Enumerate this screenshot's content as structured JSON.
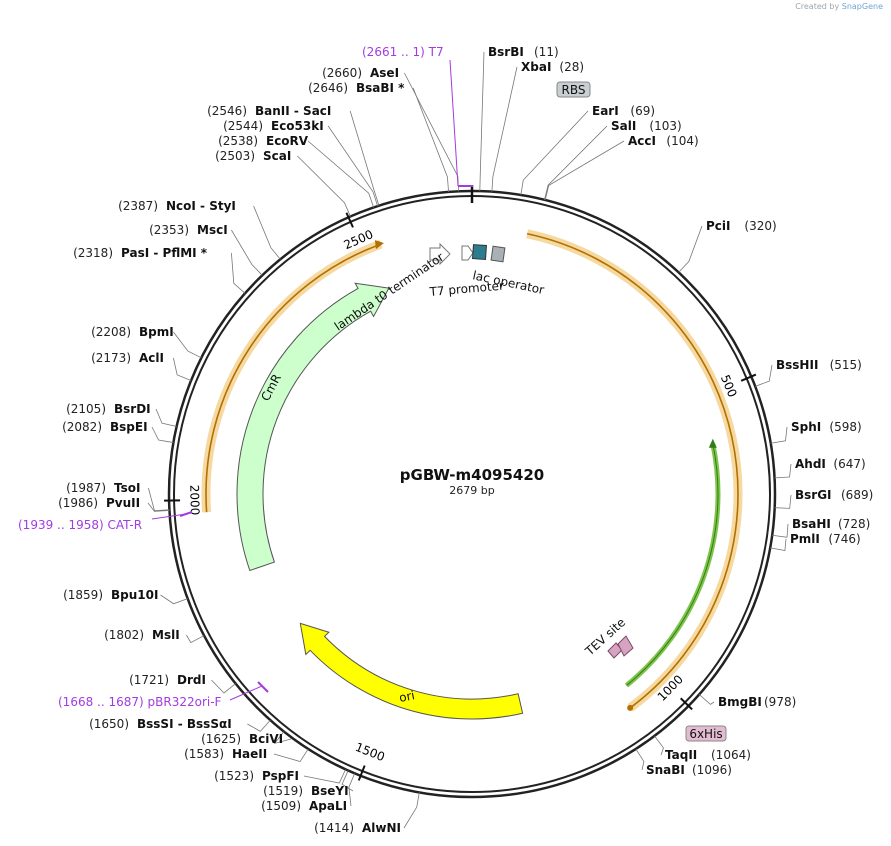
{
  "watermark": {
    "prefix": "Created by",
    "brand": "SnapGene"
  },
  "plasmid": {
    "name": "pGBW-m4095420",
    "length_label": "2679 bp",
    "length": 2679
  },
  "ticks": [
    "500",
    "1000",
    "1500",
    "2000",
    "2500"
  ],
  "enzymes": [
    {
      "name": "BsrBI",
      "pos": "(11)"
    },
    {
      "name": "XbaI",
      "pos": "(28)"
    },
    {
      "name": "EarI",
      "pos": "(69)"
    },
    {
      "name": "SalI",
      "pos": "(103)"
    },
    {
      "name": "AccI",
      "pos": "(104)"
    },
    {
      "name": "PciI",
      "pos": "(320)"
    },
    {
      "name": "BssHII",
      "pos": "(515)"
    },
    {
      "name": "SphI",
      "pos": "(598)"
    },
    {
      "name": "AhdI",
      "pos": "(647)"
    },
    {
      "name": "BsrGI",
      "pos": "(689)"
    },
    {
      "name": "BsaHI",
      "pos": "(728)"
    },
    {
      "name": "PmlI",
      "pos": "(746)"
    },
    {
      "name": "BmgBI",
      "pos": "(978)"
    },
    {
      "name": "TaqII",
      "pos": "(1064)"
    },
    {
      "name": "SnaBI",
      "pos": "(1096)"
    },
    {
      "name": "AlwNI",
      "pos": "(1414)"
    },
    {
      "name": "ApaLI",
      "pos": "(1509)"
    },
    {
      "name": "BseYI",
      "pos": "(1519)"
    },
    {
      "name": "PspFI",
      "pos": "(1523)"
    },
    {
      "name": "HaeII",
      "pos": "(1583)"
    },
    {
      "name": "BciVI",
      "pos": "(1625)"
    },
    {
      "name": "BssSI - BssSαI",
      "pos": "(1650)"
    },
    {
      "name": "DrdI",
      "pos": "(1721)"
    },
    {
      "name": "MslI",
      "pos": "(1802)"
    },
    {
      "name": "Bpu10I",
      "pos": "(1859)"
    },
    {
      "name": "PvuII",
      "pos": "(1986)"
    },
    {
      "name": "TsoI",
      "pos": "(1987)"
    },
    {
      "name": "BspEI",
      "pos": "(2082)"
    },
    {
      "name": "BsrDI",
      "pos": "(2105)"
    },
    {
      "name": "AclI",
      "pos": "(2173)"
    },
    {
      "name": "BpmI",
      "pos": "(2208)"
    },
    {
      "name": "PasI - PflMI *",
      "pos": "(2318)"
    },
    {
      "name": "MscI",
      "pos": "(2353)"
    },
    {
      "name": "NcoI - StyI",
      "pos": "(2387)"
    },
    {
      "name": "ScaI",
      "pos": "(2503)"
    },
    {
      "name": "EcoRV",
      "pos": "(2538)"
    },
    {
      "name": "Eco53kI",
      "pos": "(2544)"
    },
    {
      "name": "BanII - SacI",
      "pos": "(2546)"
    },
    {
      "name": "BsaBI *",
      "pos": "(2646)"
    },
    {
      "name": "AseI",
      "pos": "(2660)"
    }
  ],
  "primers": [
    {
      "range": "(2661 .. 1)",
      "name": "T7"
    },
    {
      "range": "(1939 .. 1958)",
      "name": "CAT-R"
    },
    {
      "range": "(1668 .. 1687)",
      "name": "pBR322ori-F"
    }
  ],
  "features": {
    "cmr": "CmR",
    "lambda_t0": "lambda t0 terminator",
    "lac_operator": "lac operator",
    "t7_promoter": "T7 promoter",
    "ori": "ori",
    "tev_site": "TEV site",
    "rbs": "RBS",
    "his6": "6xHis"
  },
  "colors": {
    "cmr_fill": "#ccffcc",
    "ori_fill": "#ffff00",
    "orf_band": "#f5d9a0",
    "orf_line": "#b37000",
    "his_cds": "#7fc44a",
    "primer": "#a23ce0",
    "lac_op": "#2e7d8f",
    "tev": "#d8a3c2"
  }
}
